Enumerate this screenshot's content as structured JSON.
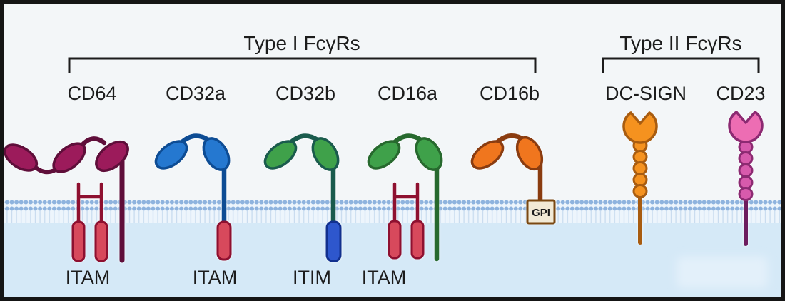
{
  "titles": {
    "type1": "Type I FcγRs",
    "type2": "Type II FcγRs"
  },
  "receptors": [
    {
      "name": "CD64",
      "motif": "ITAM"
    },
    {
      "name": "CD32a",
      "motif": "ITAM"
    },
    {
      "name": "CD32b",
      "motif": "ITIM"
    },
    {
      "name": "CD16a",
      "motif": "ITAM"
    },
    {
      "name": "CD16b",
      "anchor": "GPI"
    },
    {
      "name": "DC-SIGN"
    },
    {
      "name": "CD23"
    }
  ],
  "colors": {
    "background": "#f3f6f8",
    "cytoplasm": "#d5e9f7",
    "membrane_bg": "#edf5fc",
    "membrane_dot": "#8eb3de",
    "membrane_tail": "#c9dcef",
    "ghost": "#e3f0fa",
    "text": "#1c1c1c",
    "border": "#151515",
    "cd64_fill": "#9c1b5b",
    "cd64_stroke": "#5f0e3a",
    "cd32a_fill": "#2578d0",
    "cd32a_stroke": "#0d4c94",
    "green_fill": "#3fa14a",
    "cd32b_stroke": "#1a5b4d",
    "cd16a_stroke": "#27692e",
    "cd16b_fill": "#f0761e",
    "cd16b_stroke": "#8a3c10",
    "itam_fill": "#d7495c",
    "itam_stroke": "#8e1030",
    "itim_fill": "#2e57cd",
    "itim_stroke": "#12308e",
    "gpi_fill": "#f2ead6",
    "gpi_stroke": "#7a4812",
    "dcsign_fill": "#f5921f",
    "dcsign_stroke": "#a85c10",
    "cd23_head_fill": "#ed6db3",
    "cd23_bead_fill": "#d75aac",
    "cd23_stroke": "#8c2a72",
    "cd23_stalk": "#6d1d5f"
  }
}
